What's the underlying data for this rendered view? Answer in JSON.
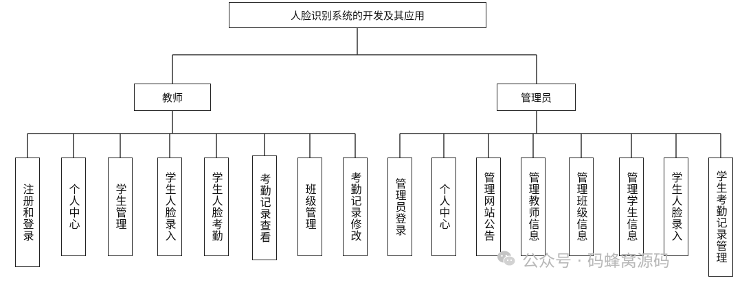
{
  "root": "人脸识别系统的开发及其应用",
  "teacher": {
    "label": "教师",
    "children": [
      "注册和登录",
      "个人中心",
      "学生管理",
      "学生人脸录入",
      "学生人脸考勤",
      "考勤记录查看",
      "班级管理",
      "考勤记录修改"
    ]
  },
  "admin": {
    "label": "管理员",
    "children": [
      "管理员登录",
      "个人中心",
      "管理网站公告",
      "管理教师信息",
      "管理班级信息",
      "管理学生信息",
      "学生人脸录入",
      "学生考勤记录管理"
    ]
  },
  "watermark": {
    "text": "公众号 · 码蜂窝源码",
    "icon": "wechat-icon"
  }
}
